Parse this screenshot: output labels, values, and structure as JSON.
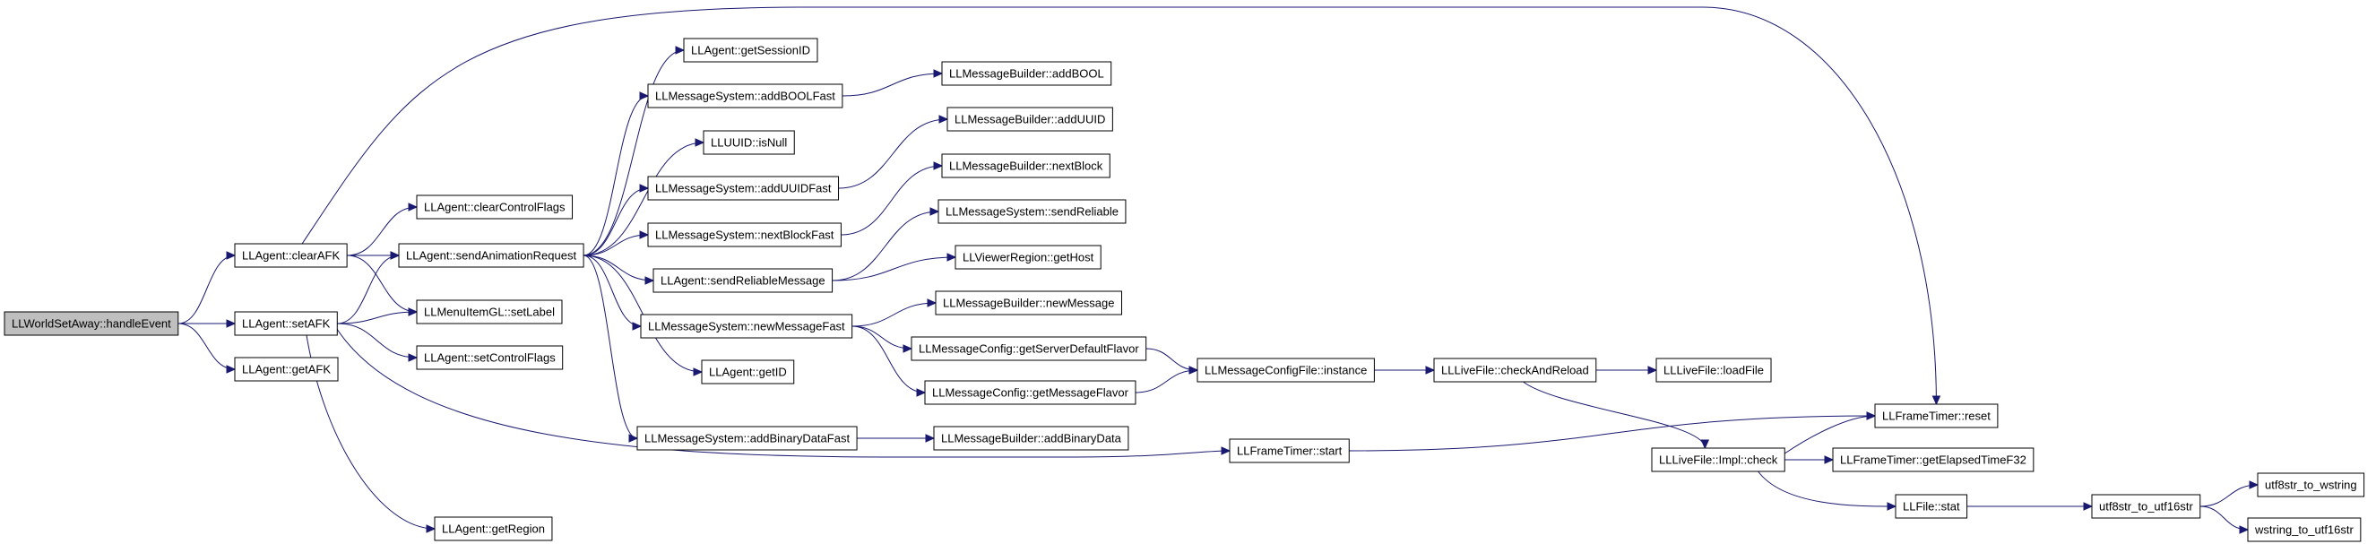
{
  "diagram": {
    "type": "call-graph",
    "edge_color": "#191970",
    "root_fill": "#bfbfbf",
    "nodes": [
      {
        "id": "n0",
        "label": "LLWorldSetAway::handleEvent",
        "root": true
      },
      {
        "id": "n1",
        "label": "LLAgent::clearAFK"
      },
      {
        "id": "n2",
        "label": "LLAgent::setAFK"
      },
      {
        "id": "n3",
        "label": "LLAgent::getAFK"
      },
      {
        "id": "n4",
        "label": "LLAgent::clearControlFlags"
      },
      {
        "id": "n5",
        "label": "LLAgent::sendAnimationRequest"
      },
      {
        "id": "n6",
        "label": "LLMenuItemGL::setLabel"
      },
      {
        "id": "n7",
        "label": "LLAgent::setControlFlags"
      },
      {
        "id": "n8",
        "label": "LLAgent::getRegion"
      },
      {
        "id": "n9",
        "label": "LLAgent::getSessionID"
      },
      {
        "id": "n10",
        "label": "LLMessageSystem::addBOOLFast"
      },
      {
        "id": "n11",
        "label": "LLUUID::isNull"
      },
      {
        "id": "n12",
        "label": "LLMessageSystem::addUUIDFast"
      },
      {
        "id": "n13",
        "label": "LLMessageSystem::nextBlockFast"
      },
      {
        "id": "n14",
        "label": "LLAgent::sendReliableMessage"
      },
      {
        "id": "n15",
        "label": "LLMessageSystem::newMessageFast"
      },
      {
        "id": "n16",
        "label": "LLAgent::getID"
      },
      {
        "id": "n17",
        "label": "LLMessageSystem::addBinaryDataFast"
      },
      {
        "id": "n18",
        "label": "LLMessageBuilder::addBOOL"
      },
      {
        "id": "n19",
        "label": "LLMessageBuilder::addUUID"
      },
      {
        "id": "n20",
        "label": "LLMessageBuilder::nextBlock"
      },
      {
        "id": "n21",
        "label": "LLMessageSystem::sendReliable"
      },
      {
        "id": "n22",
        "label": "LLViewerRegion::getHost"
      },
      {
        "id": "n23",
        "label": "LLMessageBuilder::newMessage"
      },
      {
        "id": "n24",
        "label": "LLMessageConfig::getServerDefaultFlavor"
      },
      {
        "id": "n25",
        "label": "LLMessageConfig::getMessageFlavor"
      },
      {
        "id": "n26",
        "label": "LLMessageBuilder::addBinaryData"
      },
      {
        "id": "n27",
        "label": "LLMessageConfigFile::instance"
      },
      {
        "id": "n28",
        "label": "LLFrameTimer::start"
      },
      {
        "id": "n29",
        "label": "LLLiveFile::checkAndReload"
      },
      {
        "id": "n30",
        "label": "LLLiveFile::loadFile"
      },
      {
        "id": "n31",
        "label": "LLLiveFile::Impl::check"
      },
      {
        "id": "n32",
        "label": "LLFrameTimer::reset"
      },
      {
        "id": "n33",
        "label": "LLFrameTimer::getElapsedTimeF32"
      },
      {
        "id": "n34",
        "label": "LLFile::stat"
      },
      {
        "id": "n35",
        "label": "utf8str_to_utf16str"
      },
      {
        "id": "n36",
        "label": "utf8str_to_wstring"
      },
      {
        "id": "n37",
        "label": "wstring_to_utf16str"
      }
    ],
    "edges": [
      [
        "n0",
        "n1"
      ],
      [
        "n0",
        "n2"
      ],
      [
        "n0",
        "n3"
      ],
      [
        "n1",
        "n4"
      ],
      [
        "n1",
        "n5"
      ],
      [
        "n1",
        "n6"
      ],
      [
        "n1",
        "n32"
      ],
      [
        "n2",
        "n5"
      ],
      [
        "n2",
        "n6"
      ],
      [
        "n2",
        "n7"
      ],
      [
        "n2",
        "n8"
      ],
      [
        "n2",
        "n28"
      ],
      [
        "n5",
        "n9"
      ],
      [
        "n5",
        "n10"
      ],
      [
        "n5",
        "n11"
      ],
      [
        "n5",
        "n12"
      ],
      [
        "n5",
        "n13"
      ],
      [
        "n5",
        "n14"
      ],
      [
        "n5",
        "n15"
      ],
      [
        "n5",
        "n16"
      ],
      [
        "n5",
        "n17"
      ],
      [
        "n10",
        "n18"
      ],
      [
        "n12",
        "n19"
      ],
      [
        "n13",
        "n20"
      ],
      [
        "n14",
        "n21"
      ],
      [
        "n14",
        "n22"
      ],
      [
        "n15",
        "n23"
      ],
      [
        "n15",
        "n24"
      ],
      [
        "n15",
        "n25"
      ],
      [
        "n17",
        "n26"
      ],
      [
        "n24",
        "n27"
      ],
      [
        "n25",
        "n27"
      ],
      [
        "n27",
        "n29"
      ],
      [
        "n29",
        "n30"
      ],
      [
        "n29",
        "n31"
      ],
      [
        "n28",
        "n32"
      ],
      [
        "n31",
        "n32"
      ],
      [
        "n31",
        "n33"
      ],
      [
        "n31",
        "n34"
      ],
      [
        "n34",
        "n35"
      ],
      [
        "n35",
        "n36"
      ],
      [
        "n35",
        "n37"
      ]
    ]
  }
}
